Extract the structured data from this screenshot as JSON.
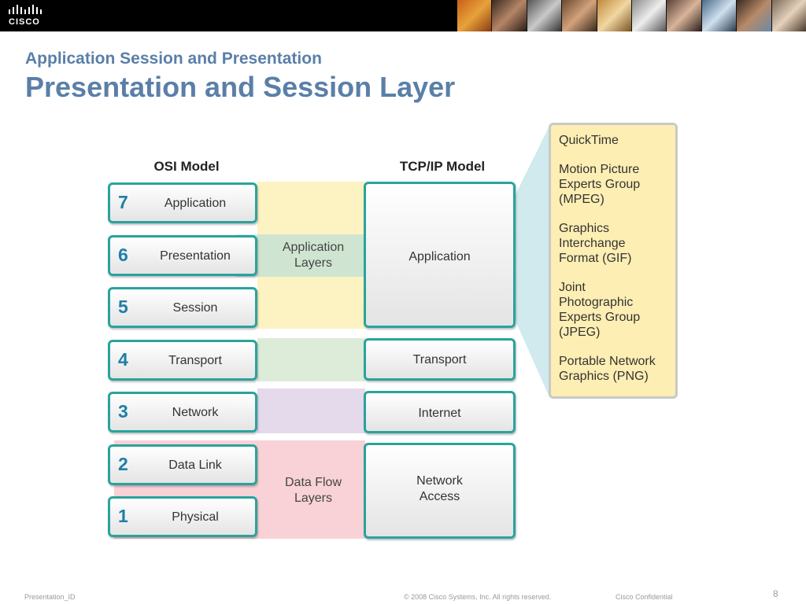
{
  "header": {
    "logo_text": "CISCO",
    "subtitle": "Application Session and Presentation",
    "title": "Presentation and Session Layer"
  },
  "osi": {
    "heading": "OSI Model",
    "layers": [
      {
        "num": "7",
        "name": "Application"
      },
      {
        "num": "6",
        "name": "Presentation"
      },
      {
        "num": "5",
        "name": "Session"
      },
      {
        "num": "4",
        "name": "Transport"
      },
      {
        "num": "3",
        "name": "Network"
      },
      {
        "num": "2",
        "name": "Data Link"
      },
      {
        "num": "1",
        "name": "Physical"
      }
    ]
  },
  "middle": {
    "application_layers": "Application\nLayers",
    "data_flow_layers": "Data Flow\nLayers"
  },
  "tcpip": {
    "heading": "TCP/IP Model",
    "layers": [
      "Application",
      "Transport",
      "Internet",
      "Network\nAccess"
    ]
  },
  "callout": {
    "formats": [
      "QuickTime",
      "Motion Picture\nExperts Group\n(MPEG)",
      "Graphics\nInterchange\nFormat (GIF)",
      "Joint\nPhotographic\nExperts Group\n(JPEG)",
      "Portable Network\nGraphics (PNG)"
    ]
  },
  "colors": {
    "title": "#5a7fa8",
    "box_border": "#2aa39c",
    "osi_number": "#1e7fa8",
    "application_band": "#fdf3c2",
    "transport_band": "#dcecd9",
    "network_band": "#e4daeb",
    "dataflow_band": "#f8d2d6",
    "callout_fill": "#fdeeb3",
    "wedge": "#a9d9de"
  },
  "footer": {
    "presentation_id": "Presentation_ID",
    "copyright": "© 2008 Cisco Systems, Inc. All rights reserved.",
    "confidential": "Cisco Confidential",
    "page_number": "8"
  }
}
